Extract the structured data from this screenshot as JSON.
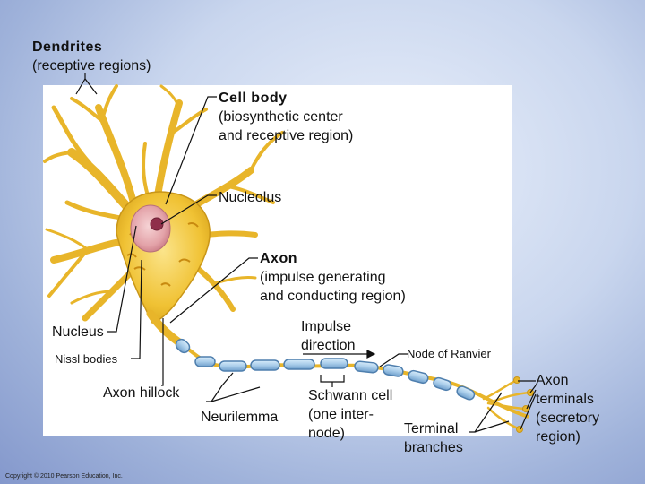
{
  "labels": {
    "dendrites": "Dendrites",
    "dendrites_sub": "(receptive regions)",
    "cell_body": "Cell body",
    "cell_body_sub1": "(biosynthetic center",
    "cell_body_sub2": "and receptive region)",
    "nucleolus": "Nucleolus",
    "axon": "Axon",
    "axon_sub1": "(impulse generating",
    "axon_sub2": "and conducting region)",
    "nucleus": "Nucleus",
    "impulse_direction_1": "Impulse",
    "impulse_direction_2": "direction",
    "node_of_ranvier": "Node of Ranvier",
    "nissl_bodies": "Nissl bodies",
    "axon_hillock": "Axon hillock",
    "neurilemma": "Neurilemma",
    "schwann_cell_1": "Schwann cell",
    "schwann_cell_2": "(one inter-",
    "schwann_cell_3": "node)",
    "terminal_branches_1": "Terminal",
    "terminal_branches_2": "branches",
    "axon_terminals_1": "Axon",
    "axon_terminals_2": "terminals",
    "axon_terminals_3": "(secretory",
    "axon_terminals_4": "region)"
  },
  "copyright": "Copyright © 2010 Pearson Education, Inc.",
  "colors": {
    "dendrite": "#f0c234",
    "dendrite_dark": "#d19a12",
    "nucleus": "#e3a2a8",
    "myelin": "#a9cdea",
    "myelin_edge": "#4f7fae",
    "leader": "#111111"
  }
}
